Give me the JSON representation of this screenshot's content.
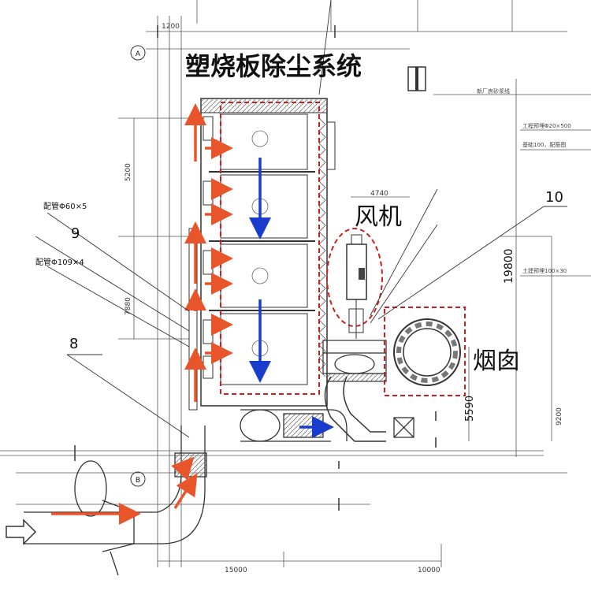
{
  "title": "塑烧板除尘系统",
  "labels": {
    "fan": "风机",
    "chimney": "烟囱",
    "pipe1": "配管Φ60×5",
    "pipe2": "配管Φ109×4",
    "num9": "9",
    "num8": "8",
    "num10": "10",
    "section_A": "A",
    "section_B": "B",
    "right_note1": "工程预埋Φ20×500",
    "right_note2": "基础100，配筋图",
    "right_note3": "土建预埋100×30",
    "right_top": "新厂房砂浆线",
    "height_19800": "19800",
    "height_5590": "5590",
    "dim_4740": "4740",
    "dim_1200": "1200",
    "dim_15000": "15000",
    "dim_10000": "10000",
    "dim_7880": "7880",
    "dim_9200": "9200",
    "dim_5200": "5200"
  },
  "colors": {
    "line": "#333333",
    "dash_red": "#cc1f1f",
    "arrow_orange": "#e8552a",
    "arrow_blue": "#1a3ccc"
  }
}
